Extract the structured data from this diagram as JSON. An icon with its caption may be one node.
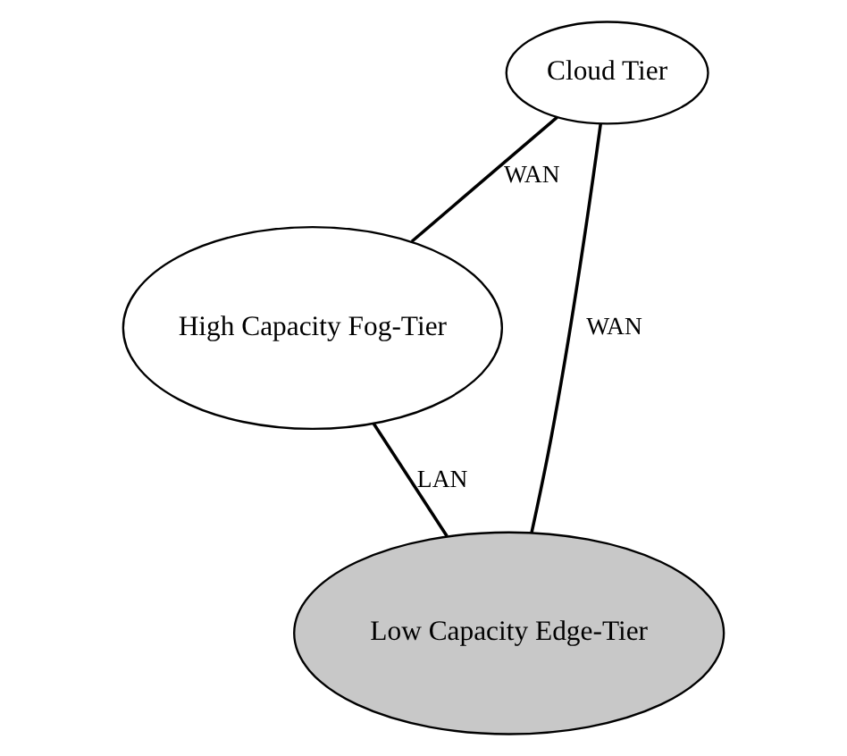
{
  "diagram": {
    "nodes": [
      {
        "text": [
          "Cloud Tier"
        ]
      },
      {
        "text": [
          "High Capacity Fog-Tier"
        ]
      },
      {
        "text": [
          "Low Capacity Edge-Tier"
        ]
      }
    ],
    "edges": [
      {
        "from": 0,
        "to": 1,
        "arrow": "none",
        "label": "WAN"
      },
      {
        "from": 0,
        "to": 2,
        "arrow": "none",
        "label": "WAN"
      },
      {
        "from": 1,
        "to": 2,
        "arrow": "none",
        "label": "LAN"
      }
    ]
  }
}
